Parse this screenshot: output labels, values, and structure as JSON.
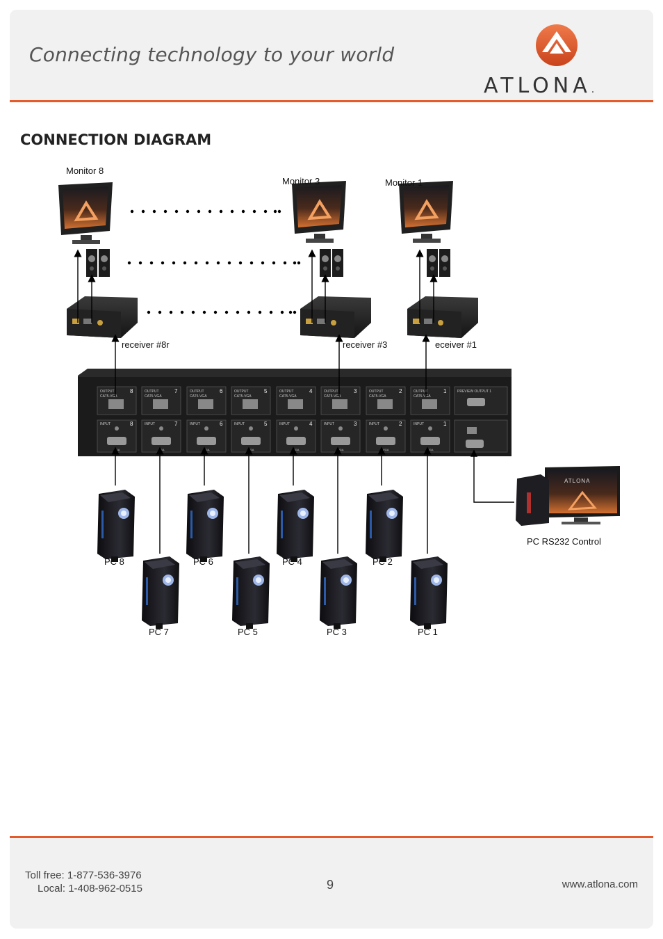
{
  "header": {
    "tagline": "Connecting technology to your world",
    "logo_text": "ATLONA",
    "logo_suffix": "."
  },
  "section": {
    "title": "CONNECTION DIAGRAM"
  },
  "diagram": {
    "monitors": [
      "Monitor 8",
      "Monitor 3",
      "Monitor 1"
    ],
    "receivers": [
      "receiver #8r",
      "receiver #3",
      "eceiver #1"
    ],
    "pcs_top": [
      "PC 8",
      "PC 6",
      "PC 4",
      "PC 2"
    ],
    "pcs_bottom": [
      "PC 7",
      "PC 5",
      "PC 3",
      "PC 1"
    ],
    "control": "PC RS232 Control",
    "screen_logo": "ATLONA",
    "output_label": "OUTPUT",
    "input_label": "INPUT",
    "cat5_label": "CAT5-VGA",
    "vga_label": "VGA",
    "preview_label": "PREVIEW OUTPUT 1",
    "port_numbers": [
      "8",
      "7",
      "6",
      "5",
      "4",
      "3",
      "2",
      "1"
    ]
  },
  "footer": {
    "toll": "Toll free: 1-877-536-3976",
    "local": "Local: 1-408-962-0515",
    "page": "9",
    "website": "www.atlona.com"
  },
  "colors": {
    "accent": "#e55a2b"
  }
}
